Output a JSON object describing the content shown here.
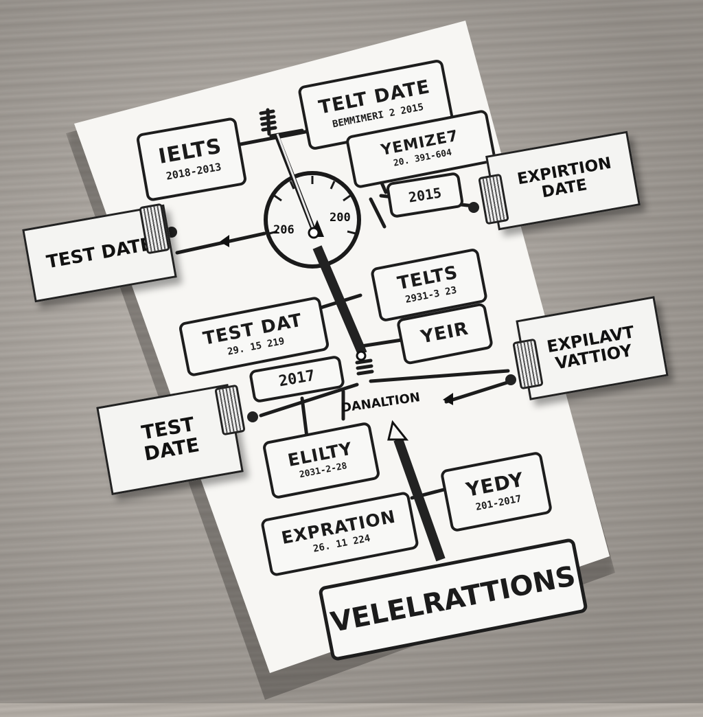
{
  "boxes": {
    "ielts": {
      "title": "IELTS",
      "sub": "2018-2013"
    },
    "telt_date": {
      "title": "TELT DATE",
      "sub": "BEMMIMERI 2 2015"
    },
    "yemizez": {
      "title": "YEMIZE7",
      "sub": "20. 391-604"
    },
    "year_2015": {
      "title": "2015"
    },
    "telts": {
      "title": "TELTS",
      "sub": "2931-3 23"
    },
    "test_dat": {
      "title": "TEST DAT",
      "sub": "29. 15 219"
    },
    "yeir": {
      "title": "YEIR"
    },
    "year_2017": {
      "title": "2017"
    },
    "elilty": {
      "title": "ELILTY",
      "sub": "2031-2-28"
    },
    "yedy": {
      "title": "YEDY",
      "sub": "201-2017"
    },
    "expration": {
      "title": "EXPRATION",
      "sub": "26. 11 224"
    },
    "velelrattions": {
      "title": "VELELRATTIONS"
    }
  },
  "labels": {
    "danaltion": "DANALTION",
    "dial_left": "206",
    "dial_right": "200"
  },
  "tags": {
    "test_date_upper": "TEST DATE",
    "expirtion_date": "EXPIRTION DATE",
    "explavt_vattioy": "EXPILAVT VATTIOY",
    "test_date_lower": "TEST DATE"
  },
  "colors": {
    "ink": "#1d1d1d",
    "paper": "#f7f6f3",
    "desk": "#b4aea7"
  }
}
